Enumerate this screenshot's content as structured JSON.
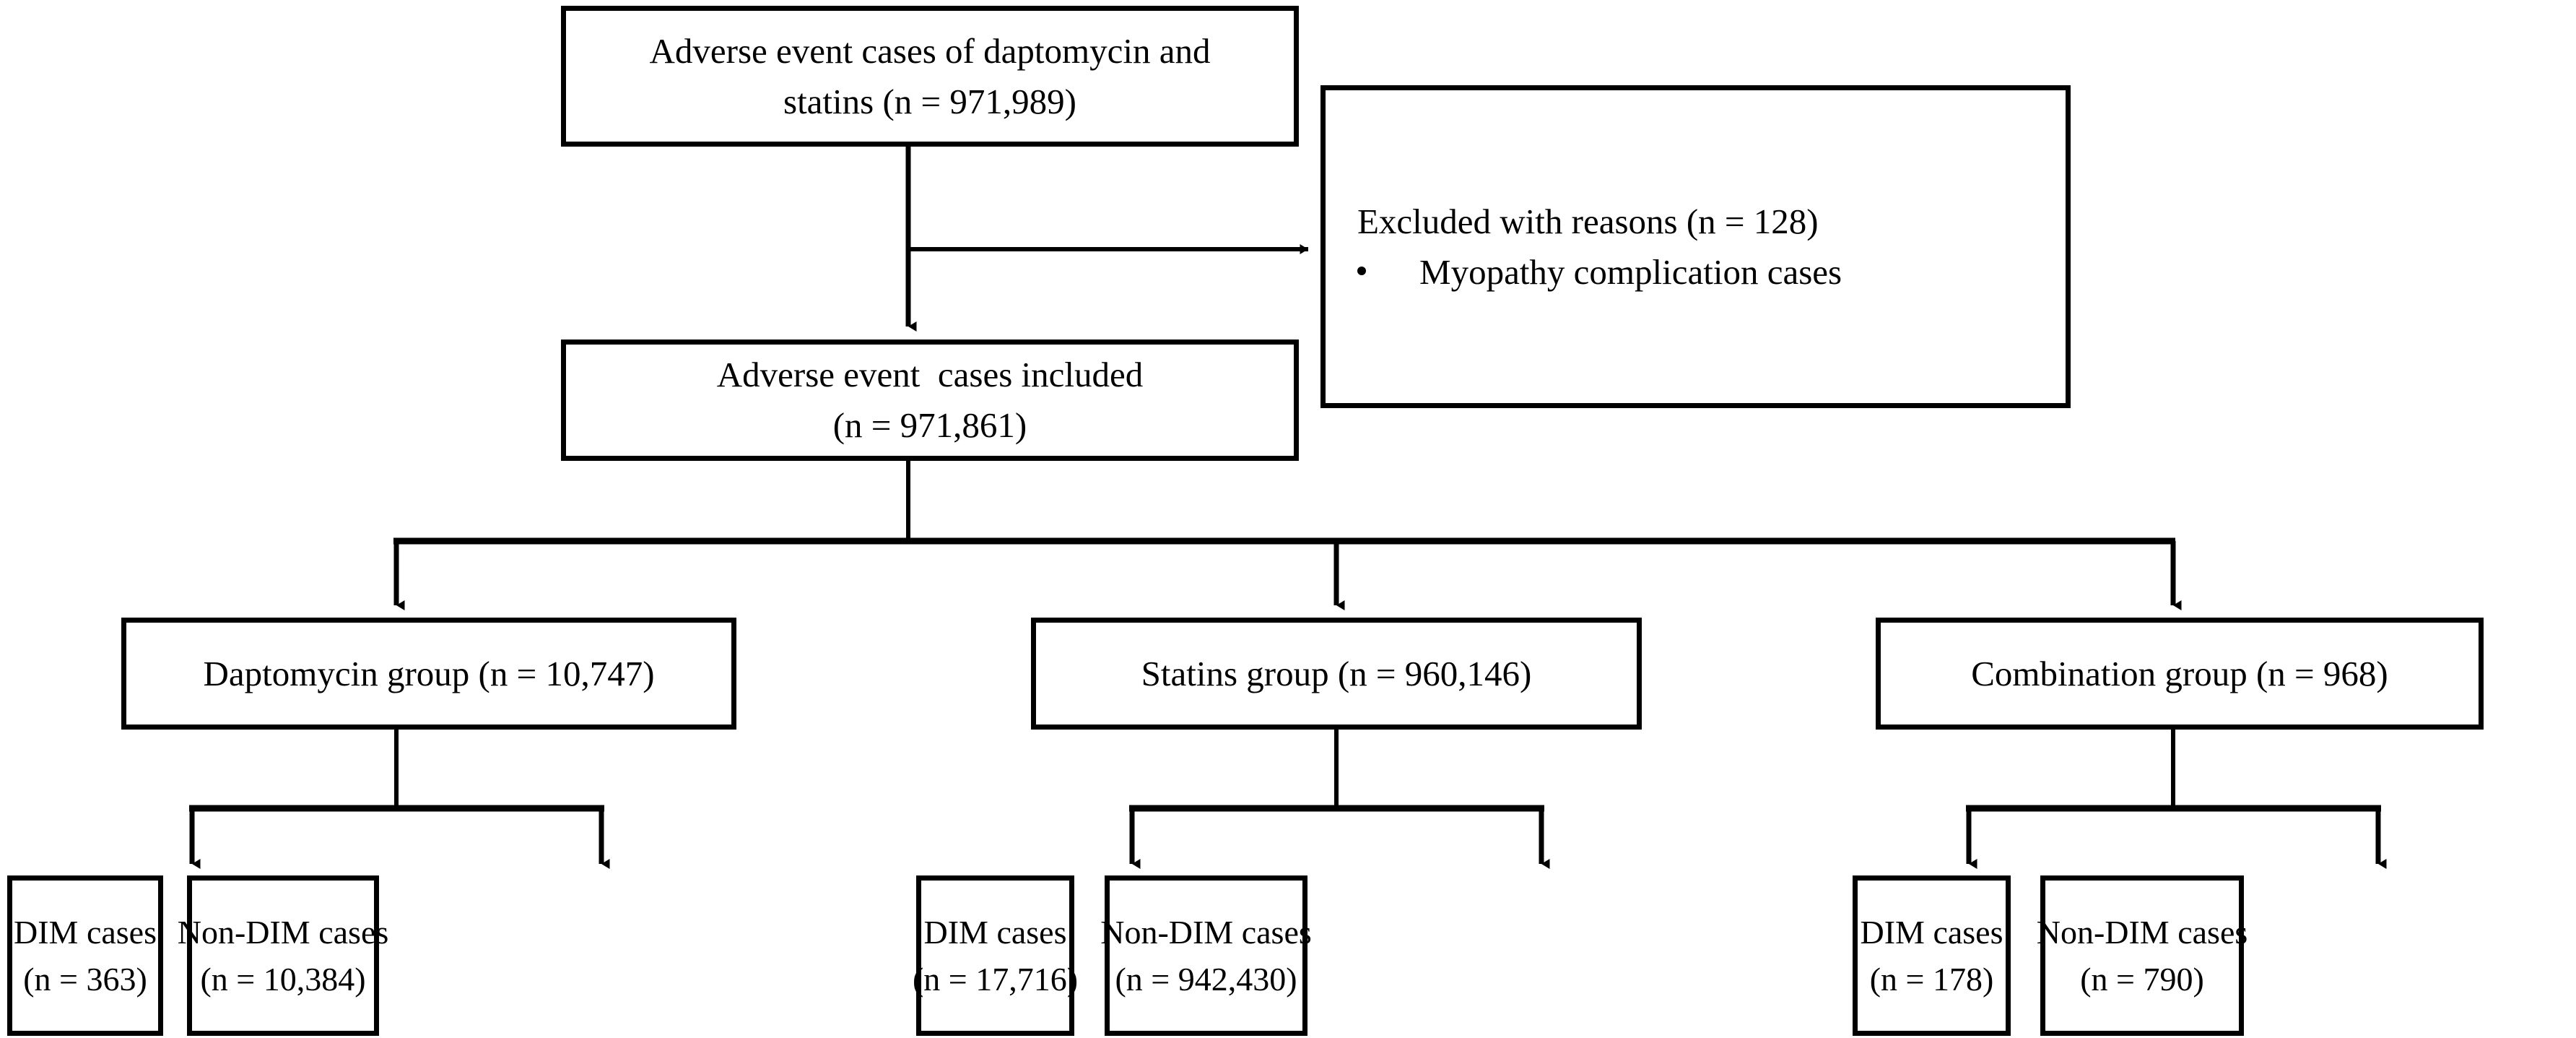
{
  "diagram": {
    "type": "flowchart",
    "title": "Study population selection flow",
    "nodes": {
      "source": {
        "line1": "Adverse event cases of daptomycin and",
        "line2": "statins (n = 971,989)",
        "n": 971989
      },
      "excluded": {
        "heading": "Excluded with reasons (n = 128)",
        "bullet1": "Myopathy complication cases",
        "n": 128
      },
      "included": {
        "line1": "Adverse event  cases included",
        "line2": "(n = 971,861)",
        "n": 971861
      },
      "group_daptomycin": {
        "label": "Daptomycin group (n = 10,747)",
        "n": 10747
      },
      "group_statins": {
        "label": "Statins group (n = 960,146)",
        "n": 960146
      },
      "group_combination": {
        "label": "Combination group (n = 968)",
        "n": 968
      },
      "dapto_dim": {
        "line1": "DIM cases",
        "line2": "(n = 363)",
        "n": 363
      },
      "dapto_nondim": {
        "line1": "Non-DIM cases",
        "line2": "(n = 10,384)",
        "n": 10384
      },
      "statins_dim": {
        "line1": "DIM cases",
        "line2": "(n = 17,716)",
        "n": 17716
      },
      "statins_nondim": {
        "line1": "Non-DIM cases",
        "line2": "(n = 942,430)",
        "n": 942430
      },
      "combo_dim": {
        "line1": "DIM cases",
        "line2": "(n = 178)",
        "n": 178
      },
      "combo_nondim": {
        "line1": "Non-DIM cases",
        "line2": "(n = 790)",
        "n": 790
      }
    },
    "colors": {
      "stroke": "#000000",
      "background": "#ffffff",
      "text": "#000000"
    }
  }
}
